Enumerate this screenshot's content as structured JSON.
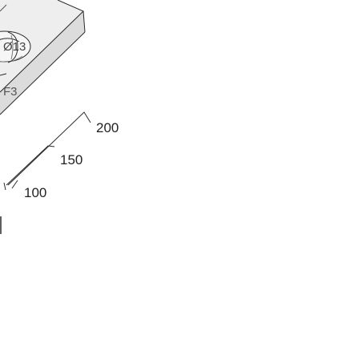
{
  "part": {
    "hole_label": "Ø13",
    "face_label": "F3"
  },
  "dimensions": [
    {
      "id": "dim-200",
      "label": "200"
    },
    {
      "id": "dim-150",
      "label": "150"
    },
    {
      "id": "dim-100",
      "label": "100"
    }
  ],
  "colors": {
    "line": "#2b2b2b",
    "block_face": "#eeeeee",
    "block_side": "#d9d9d9",
    "hole": "#f6f6f6",
    "text": "#222222"
  }
}
